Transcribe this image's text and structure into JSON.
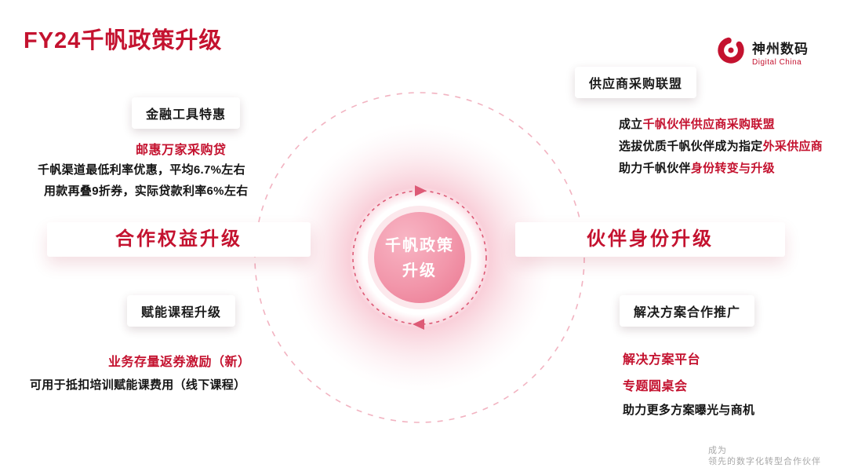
{
  "title": "FY24千帆政策升级",
  "logo": {
    "cn": "神州数码",
    "en": "Digital China"
  },
  "center": {
    "line1": "千帆政策",
    "line2": "升级"
  },
  "left_bar": "合作权益升级",
  "right_bar": "伙伴身份升级",
  "finance": {
    "box": "金融工具特惠",
    "highlight": "邮惠万家采购贷",
    "line1": "千帆渠道最低利率优惠，平均6.7%左右",
    "line2": "用款再叠9折券，实际贷款利率6%左右"
  },
  "course": {
    "box": "赋能课程升级",
    "highlight": "业务存量返券激励（新）",
    "line1": "可用于抵扣培训赋能课费用（线下课程）"
  },
  "alliance": {
    "box": "供应商采购联盟",
    "l1_black": "成立",
    "l1_red": "千帆伙伴供应商采购联盟",
    "l2_black": "选拔优质千帆伙伴成为指定",
    "l2_red": "外采供应商",
    "l3_black": "助力千帆伙伴",
    "l3_red": "身份转变与升级"
  },
  "solution": {
    "box": "解决方案合作推广",
    "h1": "解决方案平台",
    "h2": "专题圆桌会",
    "line1": "助力更多方案曝光与商机"
  },
  "footer": {
    "line1": "成为",
    "line2": "领先的数字化转型合作伙伴"
  },
  "colors": {
    "accent": "#C4122F",
    "core_pink": "#EE8099"
  }
}
